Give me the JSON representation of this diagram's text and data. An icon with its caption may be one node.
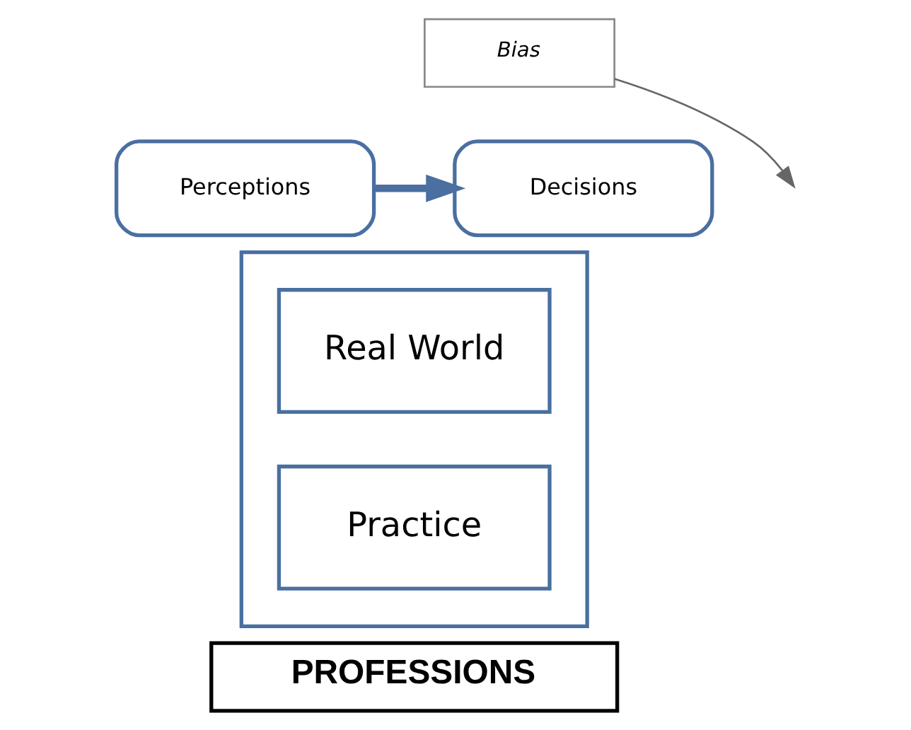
{
  "diagram": {
    "nodes": [
      {
        "text": [
          "Perceptions"
        ]
      },
      {
        "text": [
          "Decisions"
        ]
      },
      {
        "text": [
          "Bias"
        ]
      },
      {
        "text": [],
        "shape": "box"
      },
      {
        "text": [
          "Real World"
        ],
        "in": 3
      },
      {
        "text": [
          "Practice"
        ],
        "in": 3
      },
      {
        "text": [
          "PROFESSIONS"
        ]
      }
    ],
    "edges": [
      {
        "from": 0,
        "to": 1,
        "arrow": "to",
        "style": "thick"
      },
      {
        "from": 2,
        "to": null,
        "arrow": "to"
      }
    ]
  }
}
